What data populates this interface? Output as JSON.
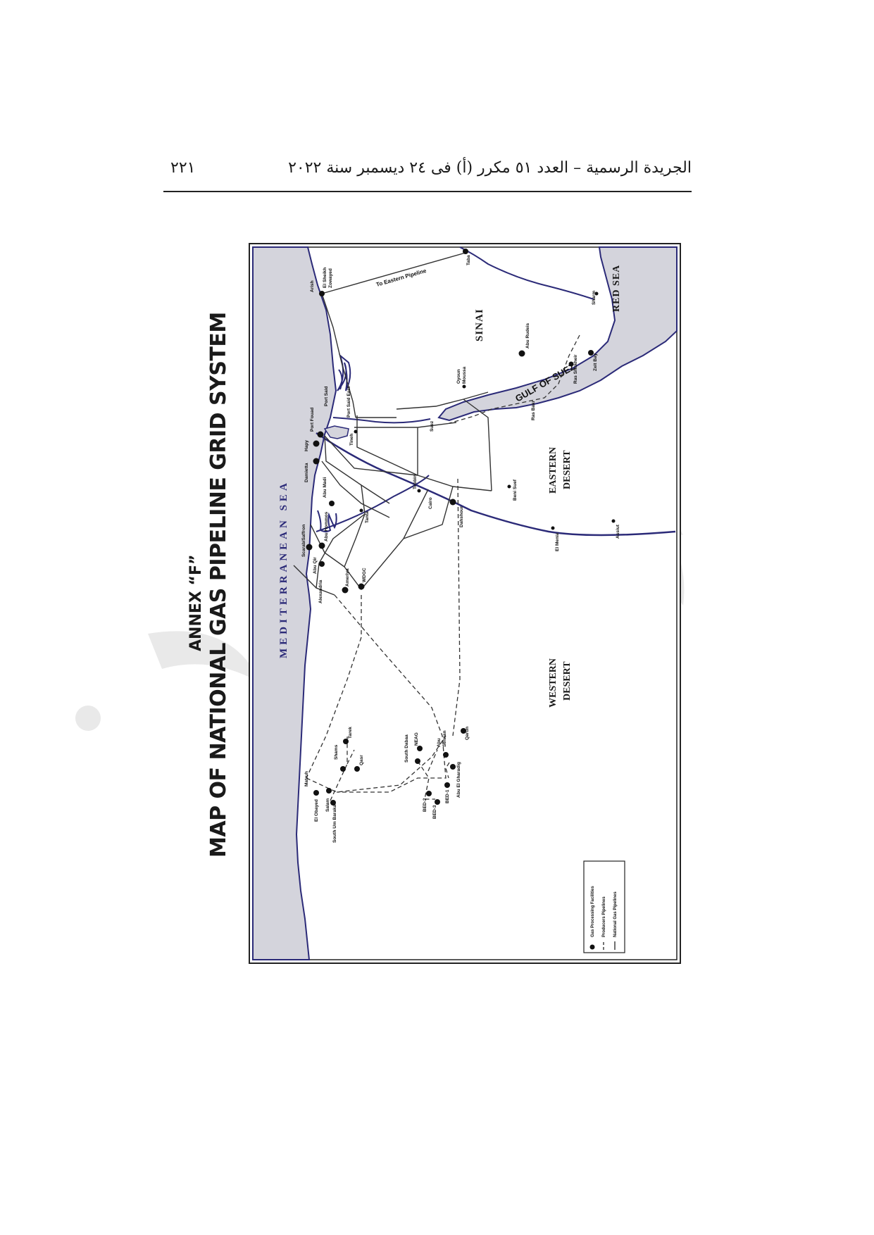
{
  "header": {
    "text": "الجريدة الرسمية – العدد ٥١ مكرر (أ) فى ٢٤ ديسمبر سنة ٢٠٢٢",
    "page_number": "٢٢١"
  },
  "title": {
    "annex": "ANNEX “F”",
    "main": "MAP OF NATIONAL GAS PIPELINE GRID SYSTEM"
  },
  "regions": {
    "mediterranean": "MEDITERRANEAN SEA",
    "sinai": "SINAI",
    "red_sea": "RED SEA",
    "gulf_of_suez": "GULF OF SUEZ",
    "eastern_desert_1": "EASTERN",
    "eastern_desert_2": "DESERT",
    "western_desert_1": "WESTERN",
    "western_desert_2": "DESERT"
  },
  "annotations": {
    "eastern_pipeline": "To Eastern Pipeline"
  },
  "places": {
    "arish": "Arish",
    "el_sheikh_zowayed_1": "El Sheikh",
    "el_sheikh_zowayed_2": "Zowayed",
    "taba": "Taba",
    "sharm": "Sharm",
    "port_said": "Port Said",
    "port_said_east": "Port Said East",
    "port_fouad": "Port Fouad",
    "hapy": "Hapy",
    "damietta": "Damietta",
    "tineh": "Tineh",
    "suez": "Suez",
    "oyoun_moussa_1": "Oyoun",
    "oyoun_moussa_2": "Moussa",
    "abu_rudeis": "Abu Rudeis",
    "ras_bakr": "Ras Bakr",
    "ras_shukheir": "Ras Shukheir",
    "zeit_bay": "Zeit Bay",
    "tebbin": "Tebbin",
    "cairo": "Cairo",
    "dahshour": "Dahshour",
    "beni_suef": "Beni Suef",
    "el_menia": "El Menia",
    "assiut": "Assiut",
    "abu_madi": "Abu Madi",
    "tanta": "Tanta",
    "abu_hommos": "Abu Hommos",
    "scarab_saffron": "Scarab/Saffron",
    "abu_qir": "Abu Qir",
    "alexandria": "Alexandria",
    "ameriya": "Ameriya",
    "wdgc": "WDGC",
    "matruh": "Matruh",
    "el_obayed": "El Obayed",
    "salam": "Salam",
    "south_um_baraka": "South Um Baraka",
    "shams": "Shams",
    "tarek": "Tarek",
    "qasr": "Qasr",
    "south_dabaa": "South Dabaa",
    "neag": "NEAG",
    "abu_sennan_1": "Abu",
    "abu_sennan_2": "Sennan",
    "qarun": "Qarun",
    "bed2": "BED-2",
    "bed3": "BED-3",
    "bed1": "BED-1",
    "abu_el_gharadig": "Abu El Gharadig"
  },
  "legend": {
    "items": [
      {
        "label": "Gas Processing Facilities",
        "symbol": "dot"
      },
      {
        "label": "Producers Pipelines",
        "symbol": "dashed"
      },
      {
        "label": "National Gas Pipelines",
        "symbol": "solid"
      }
    ]
  },
  "colors": {
    "sea": "#d4d4dc",
    "coast": "#2b2a78",
    "pipeline": "#333333",
    "region_label": "#2b2a78"
  }
}
